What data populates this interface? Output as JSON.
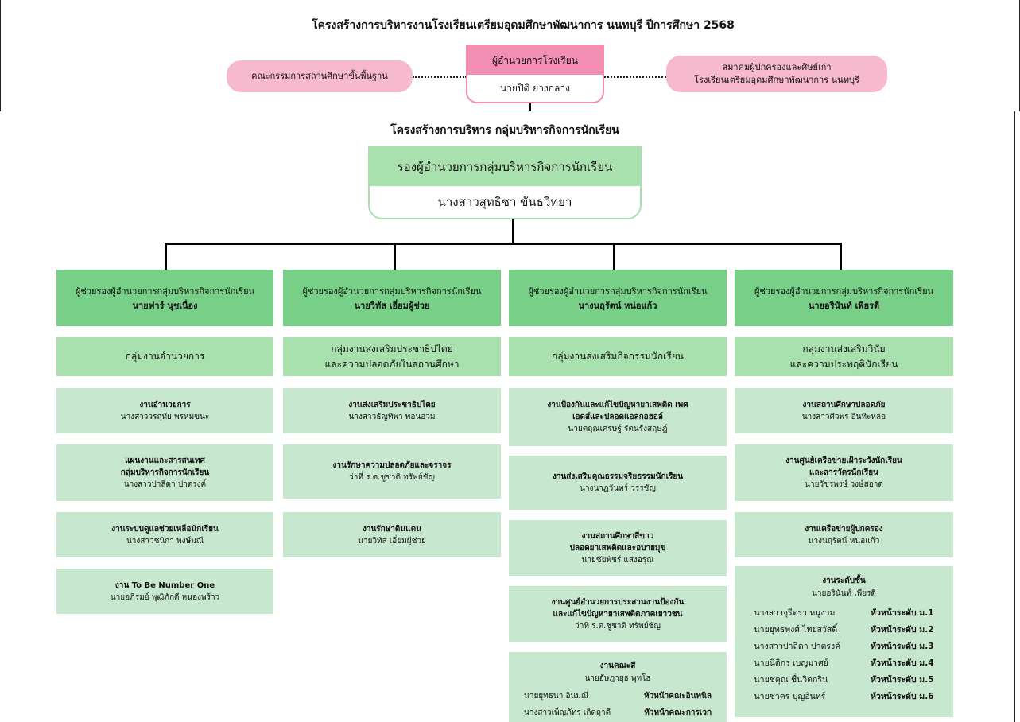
{
  "header": {
    "title": "โครงสร้างการบริหารงานโรงเรียนเตรียมอุดมศึกษาพัฒนาการ นนทบุรี ปีการศึกษา 2568",
    "left_pill": "คณะกรรมการสถานศึกษาขั้นพื้นฐาน",
    "right_pill_line1": "สมาคมผู้ปกครองและศิษย์เก่า",
    "right_pill_line2": "โรงเรียนเตรียมอุดมศึกษาพัฒนาการ นนทบุรี",
    "director_title": "ผู้อำนวยการโรงเรียน",
    "director_name": "นายปิติ ยางกลาง"
  },
  "section_title": "โครงสร้างการบริหาร กลุ่มบริหารกิจการนักเรียน",
  "deputy": {
    "title": "รองผู้อำนวยการกลุ่มบริหารกิจการนักเรียน",
    "name": "นางสาวสุทธิชา ขันธวิทยา"
  },
  "columns": [
    {
      "head_title": "ผู้ช่วยรองผู้อำนวยการกลุ่มบริหารกิจการนักเรียน",
      "head_name": "นายฟาร์ นุชเนื่อง",
      "group": [
        "กลุ่มงานอำนวยการ"
      ],
      "tasks": [
        [
          "งานอำนวยการ",
          "นางสาววรฤทัย พรหมขนะ"
        ],
        [
          "แผนงานและสารสนเทศ",
          "กลุ่มบริหารกิจการนักเรียน",
          "นางสาวปาลิดา ปาตรงค์"
        ],
        [
          "งานระบบดูแลช่วยเหลือนักเรียน",
          "นางสาวชนิกา พงษ์มณี"
        ],
        [
          "งาน To Be Number One",
          "นายอภิรมย์ พุฒิภักดี หนองพร้าว"
        ]
      ]
    },
    {
      "head_title": "ผู้ช่วยรองผู้อำนวยการกลุ่มบริหารกิจการนักเรียน",
      "head_name": "นายวิทัส เอี่ยมผู้ช่วย",
      "group": [
        "กลุ่มงานส่งเสริมประชาธิปไตย",
        "และความปลอดภัยในสถานศึกษา"
      ],
      "tasks": [
        [
          "งานส่งเสริมประชาธิปไตย",
          "นางสาวธัญทิพา พอนอ่วม"
        ],
        [
          "งานรักษาความปลอดภัยและจราจร",
          "ว่าที่ ร.ต.ชูชาติ ทรัพย์ชัญ"
        ],
        [
          "งานรักษาดินแดน",
          "นายวิทัส เอี่ยมผู้ช่วย"
        ]
      ]
    },
    {
      "head_title": "ผู้ช่วยรองผู้อำนวยการกลุ่มบริหารกิจการนักเรียน",
      "head_name": "นางนฤรัตน์ หน่อแก้ว",
      "group": [
        "กลุ่มงานส่งเสริมกิจกรรมนักเรียน"
      ],
      "tasks": [
        [
          "งานป้องกันและแก้ไขปัญหายาเสพติด เพศ",
          "เอดส์และปลอดแอลกอฮอล์",
          "นายตฤณเศรษฐ์ รัตนรังสฤษฎ์"
        ],
        [
          "งานส่งเสริมคุณธรรมจริยธรรมนักเรียน",
          "นางนาฏวันทร์ วรรชัญ"
        ],
        [
          "งานสถานศึกษาสีขาว",
          "ปลอดยาเสพติดและอบายมุข",
          "นายชัยพัชร์ แสงอรุณ"
        ],
        [
          "งานศูนย์อำนวยการประสานงานป้องกัน",
          "และแก้ไขปัญหายาเสพติดภาคเยาวชน",
          "ว่าที่ ร.ต.ชูชาติ ทรัพย์ชัญ"
        ]
      ],
      "color_task": {
        "title": "งานคณะสี",
        "lead": "นายอัษฎายุธ พุทโธ",
        "rows": [
          [
            "นายยุทธนา อินมณี",
            "หัวหน้าคณะอินทนิล"
          ],
          [
            "นางสาวเพ็ญภัทร เกิดฤาดี",
            "หัวหน้าคณะการเวก"
          ]
        ]
      }
    },
    {
      "head_title": "ผู้ช่วยรองผู้อำนวยการกลุ่มบริหารกิจการนักเรียน",
      "head_name": "นายอรินันท์ เพียรดี",
      "group": [
        "กลุ่มงานส่งเสริมวินัย",
        "และความประพฤตินักเรียน"
      ],
      "tasks": [
        [
          "งานสถานศึกษาปลอดภัย",
          "นางสาวศิวพร อินทิะหล่อ"
        ],
        [
          "งานศูนย์เครือข่ายเฝ้าระวังนักเรียน",
          "และสารวัตรนักเรียน",
          "นายวัชรพงษ์ วงษ์สอาด"
        ],
        [
          "งานเครือข่ายผู้ปกครอง",
          "นางนฤรัตน์ หน่อแก้ว"
        ]
      ],
      "level_task": {
        "title": "งานระดับชั้น",
        "lead": "นายอรินันท์ เพียรดี",
        "rows": [
          [
            "นางสาวจุรีตรา หนูงาม",
            "หัวหน้าระดับ ม.1"
          ],
          [
            "นายยุทธพงศ์ ไทยสวัสดิ์",
            "หัวหน้าระดับ ม.2"
          ],
          [
            "นางสาวปาลิดา ปาตรงค์",
            "หัวหน้าระดับ ม.3"
          ],
          [
            "นายนิติกร เบญมาศย์",
            "หัวหน้าระดับ ม.4"
          ],
          [
            "นายชคุณ ชื่นวิตกริน",
            "หัวหน้าระดับ ม.5"
          ],
          [
            "นายชาคร บุญอินทร์",
            "หัวหน้าระดับ ม.6"
          ]
        ]
      }
    }
  ],
  "colors": {
    "pink": "#f7b9cd",
    "pink_dark": "#f48fb4",
    "green_dark": "#77cf88",
    "green_mid": "#a8e1ae",
    "green_light": "#c8e7cf"
  }
}
